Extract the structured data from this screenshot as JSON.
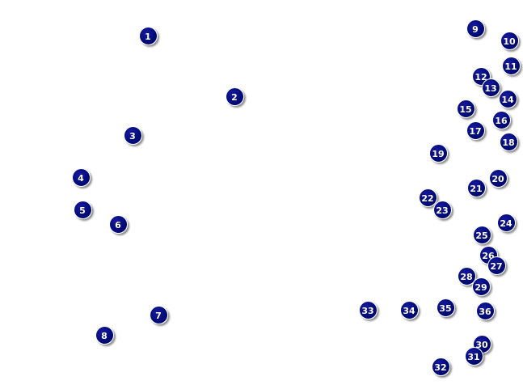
{
  "colors": {
    "marker_fill": "#000c7a",
    "marker_text": "#ffffff",
    "background": "#ffffff"
  },
  "markers": [
    {
      "label": "1"
    },
    {
      "label": "2"
    },
    {
      "label": "3"
    },
    {
      "label": "4"
    },
    {
      "label": "5"
    },
    {
      "label": "6"
    },
    {
      "label": "7"
    },
    {
      "label": "8"
    },
    {
      "label": "9"
    },
    {
      "label": "10"
    },
    {
      "label": "11"
    },
    {
      "label": "12"
    },
    {
      "label": "13"
    },
    {
      "label": "14"
    },
    {
      "label": "15"
    },
    {
      "label": "16"
    },
    {
      "label": "17"
    },
    {
      "label": "18"
    },
    {
      "label": "19"
    },
    {
      "label": "20"
    },
    {
      "label": "21"
    },
    {
      "label": "22"
    },
    {
      "label": "23"
    },
    {
      "label": "24"
    },
    {
      "label": "25"
    },
    {
      "label": "26"
    },
    {
      "label": "27"
    },
    {
      "label": "28"
    },
    {
      "label": "29"
    },
    {
      "label": "30"
    },
    {
      "label": "31"
    },
    {
      "label": "32"
    },
    {
      "label": "33"
    },
    {
      "label": "34"
    },
    {
      "label": "35"
    },
    {
      "label": "36"
    }
  ]
}
